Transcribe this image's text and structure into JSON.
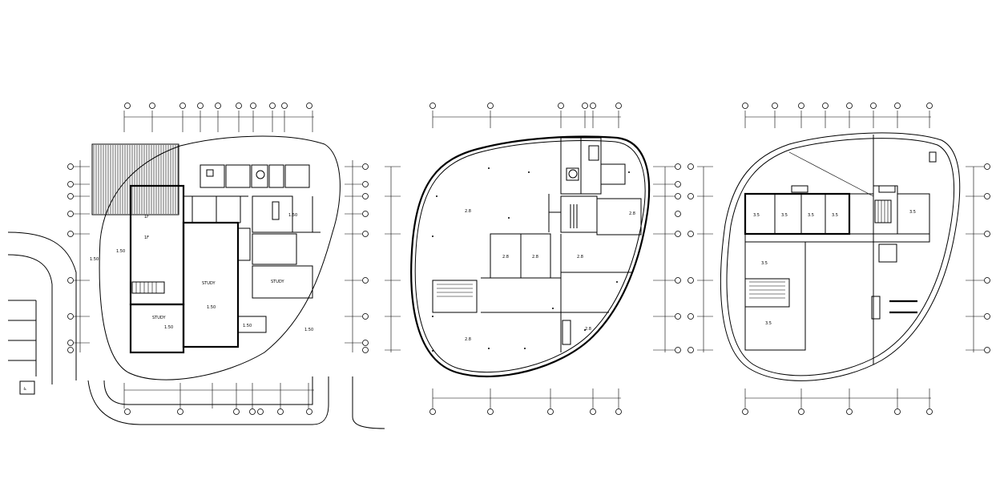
{
  "drawing": {
    "plans": [
      {
        "id": "plan-1",
        "labels": [
          "1F",
          "1F",
          "STUDY",
          "STUDY",
          "STUDY",
          "1.50",
          "1.50",
          "1.50",
          "1.50",
          "1.50",
          "1.50",
          "1.50"
        ]
      },
      {
        "id": "plan-2",
        "labels": [
          "2.8",
          "2.8",
          "2.8",
          "2.8",
          "2.8",
          "2.8",
          "2.8"
        ]
      },
      {
        "id": "plan-3",
        "labels": [
          "3.5",
          "3.5",
          "3.5",
          "3.5",
          "3.5",
          "3.5",
          "3.5"
        ]
      }
    ]
  }
}
